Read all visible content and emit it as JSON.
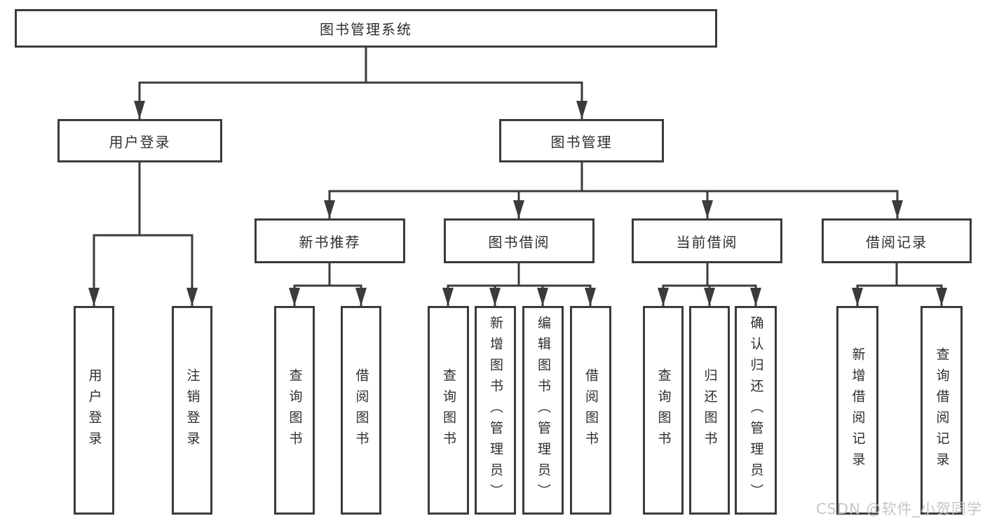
{
  "nodes": {
    "root": "图书管理系统",
    "user_login": "用户登录",
    "book_mgmt": "图书管理",
    "new_book_rec": "新书推荐",
    "book_borrow": "图书借阅",
    "current_borrow": "当前借阅",
    "borrow_record": "借阅记录",
    "ul_user_login": "用户登录",
    "ul_logout": "注销登录",
    "nbr_query_book": "查询图书",
    "nbr_borrow_book": "借阅图书",
    "bb_query_book": "查询图书",
    "bb_add_book": "新增图书（管理员）",
    "bb_edit_book": "编辑图书（管理员）",
    "bb_borrow_book": "借阅图书",
    "cb_query_book": "查询图书",
    "cb_return_book": "归还图书",
    "cb_confirm_return": "确认归还（管理员）",
    "br_add_record": "新增借阅记录",
    "br_query_record": "查询借阅记录"
  },
  "watermark": "CSDN @软件_小贺同学",
  "colors": {
    "line": "#3b3b3b",
    "text": "#2e2e2e",
    "watermark": "#c6c6c6",
    "background": "#ffffff"
  }
}
